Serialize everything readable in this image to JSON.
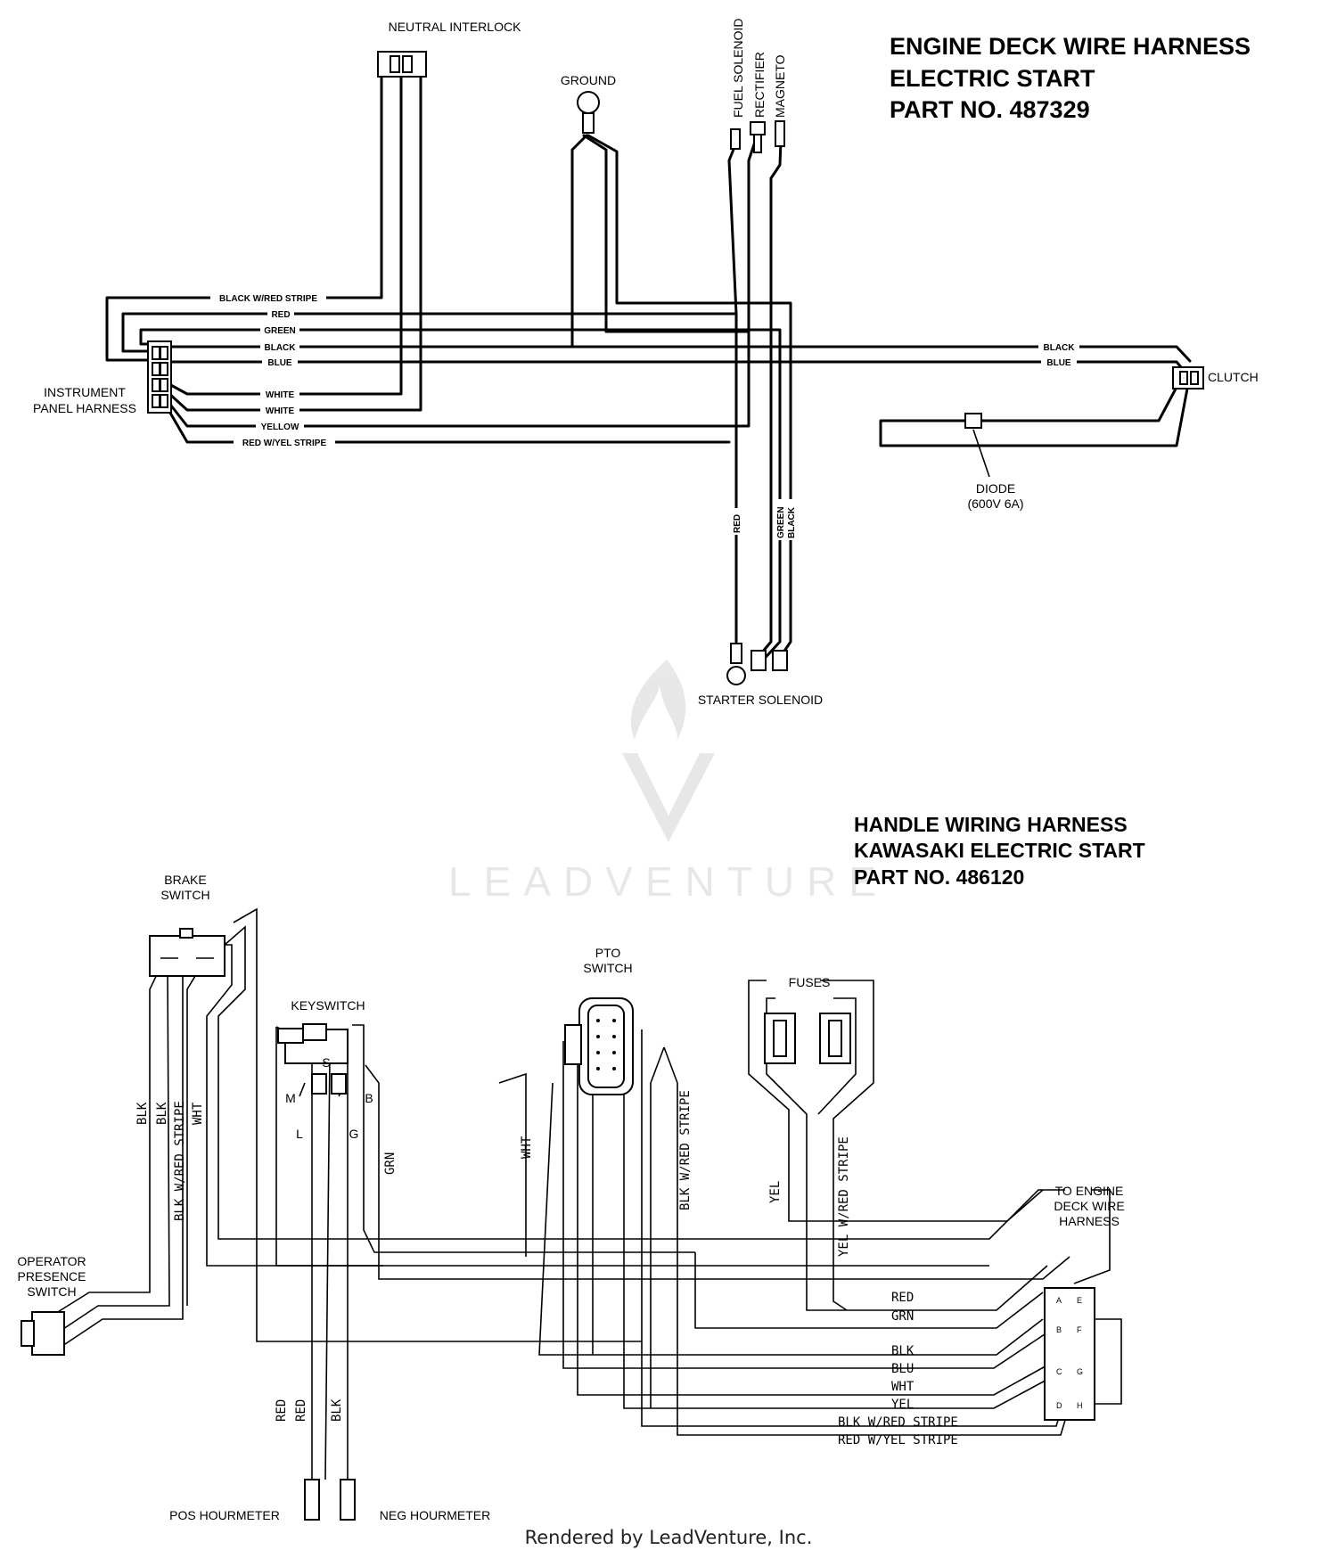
{
  "engine_harness": {
    "title_lines": [
      "ENGINE DECK WIRE HARNESS",
      "ELECTRIC START",
      "PART NO. 487329"
    ],
    "components": {
      "neutral_interlock": "NEUTRAL INTERLOCK",
      "ground": "GROUND",
      "fuel_solenoid": "FUEL SOLENOID",
      "rectifier": "RECTIFIER",
      "magneto": "MAGNETO",
      "instrument_panel_line1": "INSTRUMENT",
      "instrument_panel_line2": "PANEL HARNESS",
      "clutch": "CLUTCH",
      "diode_line1": "DIODE",
      "diode_line2": "(600V 6A)",
      "starter_solenoid": "STARTER SOLENOID"
    },
    "wire_labels": {
      "black_red_stripe": "BLACK W/RED STRIPE",
      "red": "RED",
      "green": "GREEN",
      "black": "BLACK",
      "blue": "BLUE",
      "white_1": "WHITE",
      "white_2": "WHITE",
      "yellow": "YELLOW",
      "red_yel_stripe": "RED W/YEL STRIPE",
      "black_right": "BLACK",
      "blue_right": "BLUE",
      "red_vertical": "RED",
      "green_vertical": "GREEN",
      "black_vertical": "BLACK"
    }
  },
  "handle_harness": {
    "title_lines": [
      "HANDLE WIRING HARNESS",
      "KAWASAKI ELECTRIC START",
      "PART NO. 486120"
    ],
    "components": {
      "brake_line1": "BRAKE",
      "brake_line2": "SWITCH",
      "keyswitch": "KEYSWITCH",
      "pto_line1": "PTO",
      "pto_line2": "SWITCH",
      "fuses": "FUSES",
      "ops_line1": "OPERATOR",
      "ops_line2": "PRESENCE",
      "ops_line3": "SWITCH",
      "deck_line1": "TO ENGINE",
      "deck_line2": "DECK WIRE",
      "deck_line3": "HARNESS",
      "pos_hourmeter": "POS HOURMETER",
      "neg_hourmeter": "NEG HOURMETER"
    },
    "keyswitch_terminals": {
      "s": "S",
      "m": "M",
      "b": "B",
      "l": "L",
      "g": "G"
    },
    "connector_pins": [
      "A",
      "B",
      "C",
      "D",
      "E",
      "F",
      "G",
      "H"
    ],
    "wire_labels": {
      "blk_1": "BLK",
      "blk_2": "BLK",
      "blk_red_stripe_v": "BLK W/RED STRIPE",
      "wht_v": "WHT",
      "grn_v": "GRN",
      "wht_pto": "WHT",
      "blk_red_stripe_pto": "BLK W/RED STRIPE",
      "yel_v": "YEL",
      "yel_red_stripe_v": "YEL W/RED STRIPE",
      "red_h": "RED",
      "grn_h": "GRN",
      "blk_h": "BLK",
      "blu_h": "BLU",
      "wht_h": "WHT",
      "yel_h": "YEL",
      "blk_red_stripe_h": "BLK W/RED STRIPE",
      "red_yel_stripe_h": "RED W/YEL STRIPE",
      "red_hm_1": "RED",
      "red_hm_2": "RED",
      "blk_hm": "BLK"
    }
  },
  "watermark": "LEADVENTURE",
  "footer": "Rendered by LeadVenture, Inc."
}
